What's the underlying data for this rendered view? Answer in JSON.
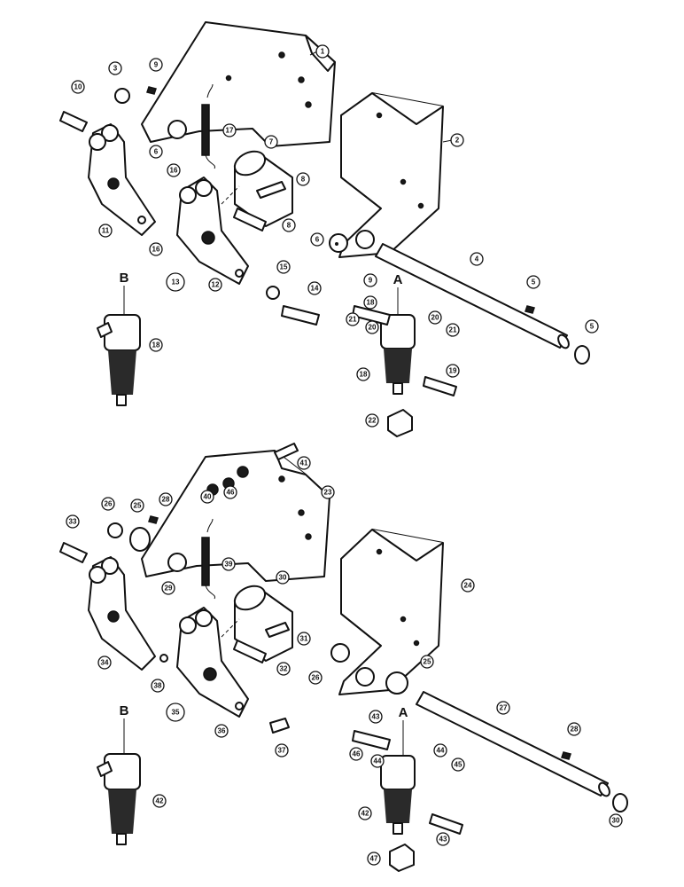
{
  "assembly_upper": {
    "callouts": [
      "1",
      "2",
      "3",
      "4",
      "5",
      "5",
      "6",
      "6",
      "7",
      "8",
      "8",
      "9",
      "9",
      "10",
      "11",
      "12",
      "13",
      "14",
      "15",
      "16",
      "16",
      "17",
      "18",
      "18",
      "18",
      "19",
      "20",
      "20",
      "21",
      "21",
      "22"
    ],
    "letters": [
      "A",
      "B"
    ]
  },
  "assembly_lower": {
    "callouts": [
      "23",
      "24",
      "25",
      "25",
      "26",
      "26",
      "27",
      "28",
      "28",
      "29",
      "30",
      "30",
      "31",
      "32",
      "33",
      "34",
      "35",
      "36",
      "37",
      "38",
      "39",
      "40",
      "41",
      "42",
      "42",
      "43",
      "43",
      "44",
      "44",
      "45",
      "46",
      "46",
      "47"
    ],
    "letters": [
      "A",
      "B"
    ]
  }
}
